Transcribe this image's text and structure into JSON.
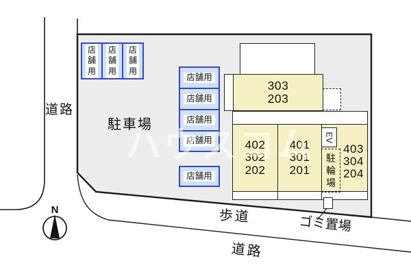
{
  "labels": {
    "road_left": "道路",
    "road_bottom": "道路",
    "parking_lot": "駐車場",
    "sidewalk": "歩道",
    "garbage_area": "ゴミ置場",
    "north": "N",
    "elevator": "EV",
    "bicycle_parking": "駐\n輪\n場",
    "shop_vertical": "店\n舗\n用",
    "shop_horizontal": "店舗用",
    "watermark": "ハウスコム"
  },
  "buildings": {
    "upper_units": "303\n203",
    "block_left_units": "402\n302\n202",
    "block_center_units": "401\n301\n201",
    "block_right_units": "403\n304\n204"
  },
  "colors": {
    "parcel_fill": "#ededed",
    "building_fill": "#f6f1c4",
    "shop_fill": "#cde3f5",
    "shop_border": "#3a46c0",
    "line": "#1b1b1b"
  }
}
